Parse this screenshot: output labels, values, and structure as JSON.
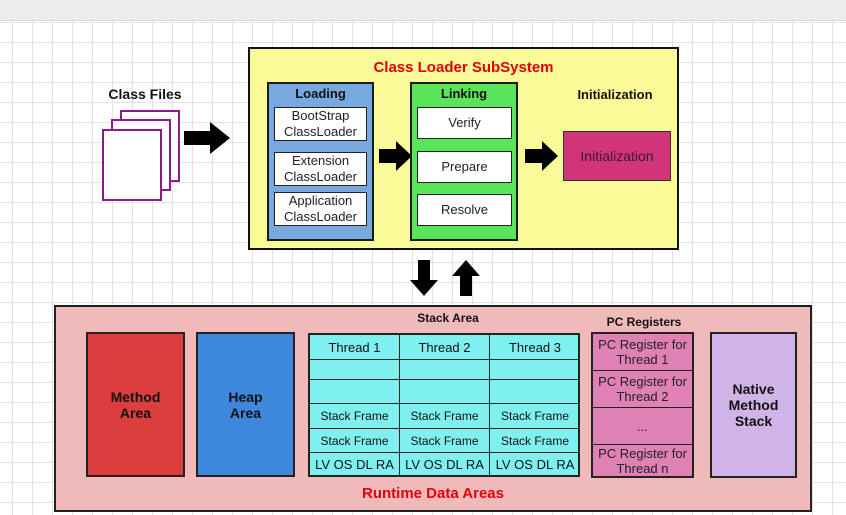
{
  "class_files": {
    "label": "Class Files"
  },
  "subsystem": {
    "title": "Class Loader SubSystem",
    "loading": {
      "title": "Loading",
      "items": [
        "BootStrap ClassLoader",
        "Extension ClassLoader",
        "Application ClassLoader"
      ]
    },
    "linking": {
      "title": "Linking",
      "items": [
        "Verify",
        "Prepare",
        "Resolve"
      ]
    },
    "initialization": {
      "title": "Initialization",
      "box": "Initialization"
    }
  },
  "runtime": {
    "title": "Runtime Data Areas",
    "method_area": "Method Area",
    "heap_area": "Heap Area",
    "stack_area": {
      "title": "Stack Area",
      "threads": [
        "Thread 1",
        "Thread 2",
        "Thread 3"
      ],
      "frame": "Stack Frame",
      "locals": "LV OS DL RA"
    },
    "pc_registers": {
      "title": "PC Registers",
      "items": [
        "PC Register for Thread 1",
        "PC Register for Thread 2",
        "...",
        "PC Register for Thread n"
      ]
    },
    "native_stack": "Native Method Stack"
  },
  "colors": {
    "subsystem_bg": "#fafa96",
    "loading_bg": "#78a8dd",
    "linking_bg": "#59e559",
    "init_bg": "#d2347a",
    "runtime_bg": "#f0baba",
    "method_bg": "#dc3e3e",
    "heap_bg": "#3d88dc",
    "stack_bg": "#7ff0f0",
    "pc_bg": "#e081b5",
    "native_bg": "#d0b4e8",
    "title_red": "#e0000f"
  }
}
